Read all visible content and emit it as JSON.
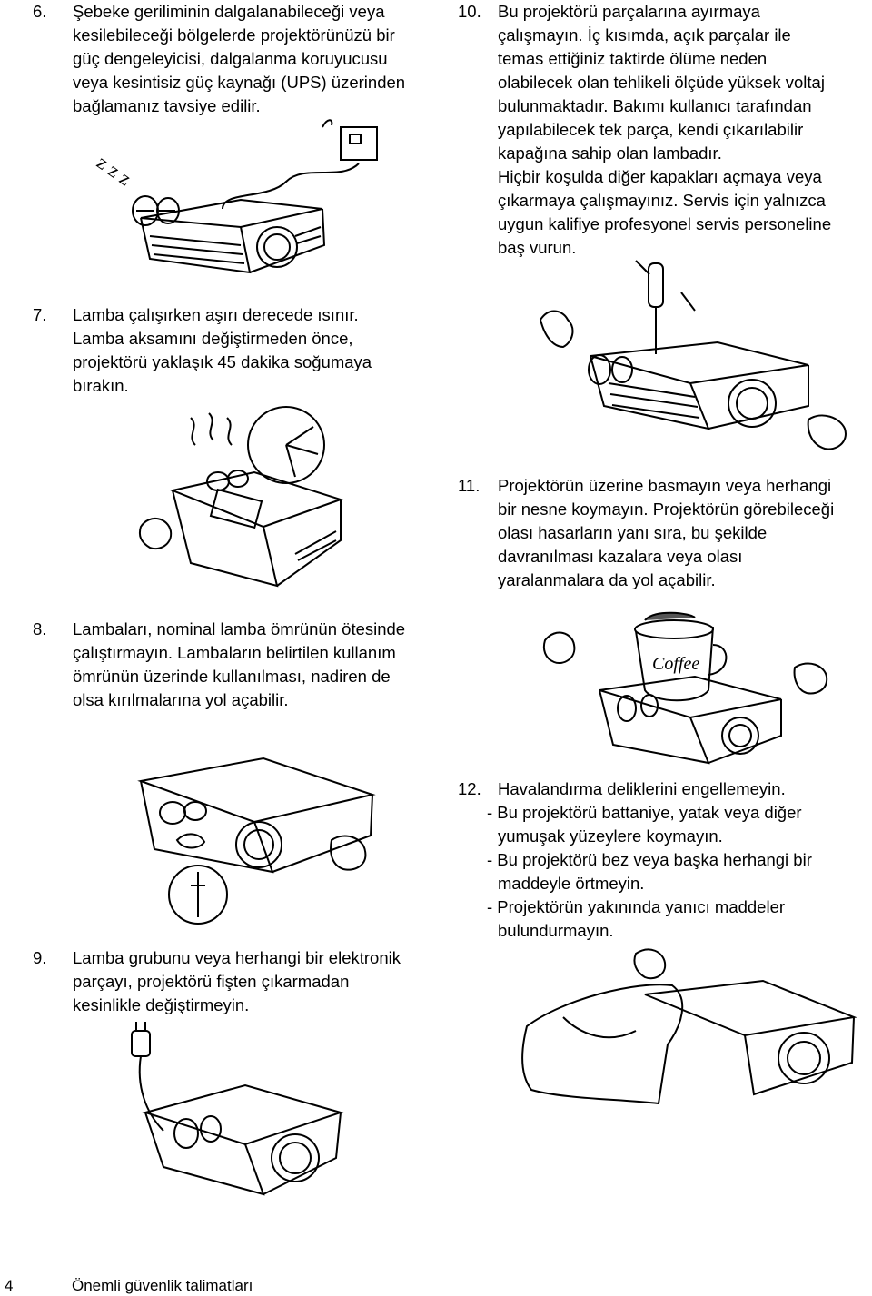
{
  "items": [
    {
      "num": "6.",
      "lines": [
        "Şebeke geriliminin dalgalanabileceği veya",
        "kesilebileceği bölgelerde projektörünüzü bir",
        "güç dengeleyicisi, dalgalanma koruyucusu",
        "veya kesintisiz güç kaynağı (UPS) üzerinden",
        "bağlamanız tavsiye edilir."
      ]
    },
    {
      "num": "7.",
      "lines": [
        "Lamba çalışırken aşırı derecede ısınır.",
        "Lamba aksamını değiştirmeden önce,",
        "projektörü yaklaşık 45 dakika soğumaya",
        "bırakın."
      ]
    },
    {
      "num": "8.",
      "lines": [
        "Lambaları, nominal lamba ömrünün ötesinde",
        "çalıştırmayın. Lambaların belirtilen kullanım",
        "ömrünün üzerinde kullanılması, nadiren de",
        "olsa kırılmalarına yol açabilir."
      ]
    },
    {
      "num": "9.",
      "lines": [
        "Lamba grubunu veya herhangi bir elektronik",
        "parçayı, projektörü fişten çıkarmadan",
        "kesinlikle değiştirmeyin."
      ]
    },
    {
      "num": "10.",
      "lines": [
        "Bu projektörü parçalarına ayırmaya",
        "çalışmayın. İç kısımda, açık parçalar ile",
        "temas ettiğiniz taktirde ölüme neden",
        "olabilecek olan tehlikeli ölçüde yüksek voltaj",
        "bulunmaktadır. Bakımı kullanıcı tarafından",
        "yapılabilecek tek parça, kendi çıkarılabilir",
        "kapağına sahip olan lambadır.",
        "Hiçbir koşulda diğer kapakları açmaya veya",
        "çıkarmaya çalışmayınız. Servis için yalnızca",
        "uygun kalifiye profesyonel servis personeline",
        "baş vurun."
      ]
    },
    {
      "num": "11.",
      "lines": [
        "Projektörün üzerine basmayın veya herhangi",
        "bir nesne koymayın. Projektörün görebileceği",
        "olası hasarların yanı sıra, bu şekilde",
        "davranılması kazalara veya olası",
        "yaralanmalara da yol açabilir."
      ]
    },
    {
      "num": "12.",
      "lines": [
        "Havalandırma deliklerini engellemeyin."
      ]
    }
  ],
  "item12_subitems": [
    [
      "- Bu projektörü battaniye, yatak veya diğer",
      "  yumuşak yüzeylere koymayın."
    ],
    [
      "- Bu projektörü bez veya başka herhangi bir",
      "  maddeyle örtmeyin."
    ],
    [
      "- Projektörün yakınında yanıcı maddeler",
      "  bulundurmayın."
    ]
  ],
  "illustrations": {
    "snore_text": "z z z",
    "cup_label": "Coffee"
  },
  "footer": {
    "page_number": "4",
    "title": "Önemli güvenlik talimatları"
  }
}
